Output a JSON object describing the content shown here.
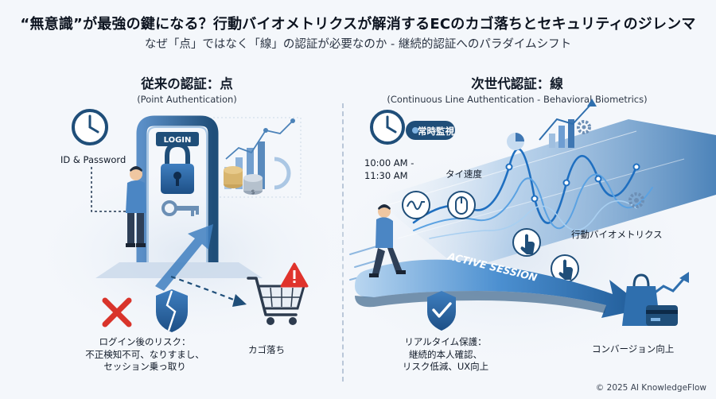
{
  "header": {
    "title": "“無意識”が最強の鍵になる？行動バイオメトリクスが解消するECのカゴ落ちとセキュリティのジレンマ",
    "subtitle": "なぜ「点」ではなく「線」の認証が必要なのか - 継続的認証へのパラダイムシフト"
  },
  "left": {
    "heading": "従来の認証：点",
    "subheading": "(Point Authentication)",
    "id_password": "ID & Password",
    "gate_label": "LOGIN",
    "risk_label": "ログイン後のリスク：",
    "risk_detail_1": "不正検知不可、なりすまし、",
    "risk_detail_2": "セッション乗っ取り",
    "cart_label": "カゴ落ち"
  },
  "right": {
    "heading": "次世代認証：線",
    "subheading": "(Continuous Line Authentication - Behavioral Biometrics)",
    "monitor_label": "常時監視",
    "time_1": "10:00 AM -",
    "time_2": "11:30 AM",
    "typing_label": "タイ速度",
    "behavior_label": "行動バイオメトリクス",
    "session_label": "ACTIVE SESSION",
    "realtime_label": "リアルタイム保護：",
    "realtime_detail_1": "継続的本人確認、",
    "realtime_detail_2": "リスク低減、UX向上",
    "conversion_label": "コンバージョン向上"
  },
  "footer": {
    "copyright": "© 2025 AI KnowledgeFlow"
  },
  "colors": {
    "navy": "#1f4e79",
    "blue": "#2f6fae",
    "light_blue": "#7fb4e3",
    "danger_red": "#d9342b",
    "alert_red": "#e0332c",
    "gold": "#c9a45c"
  }
}
